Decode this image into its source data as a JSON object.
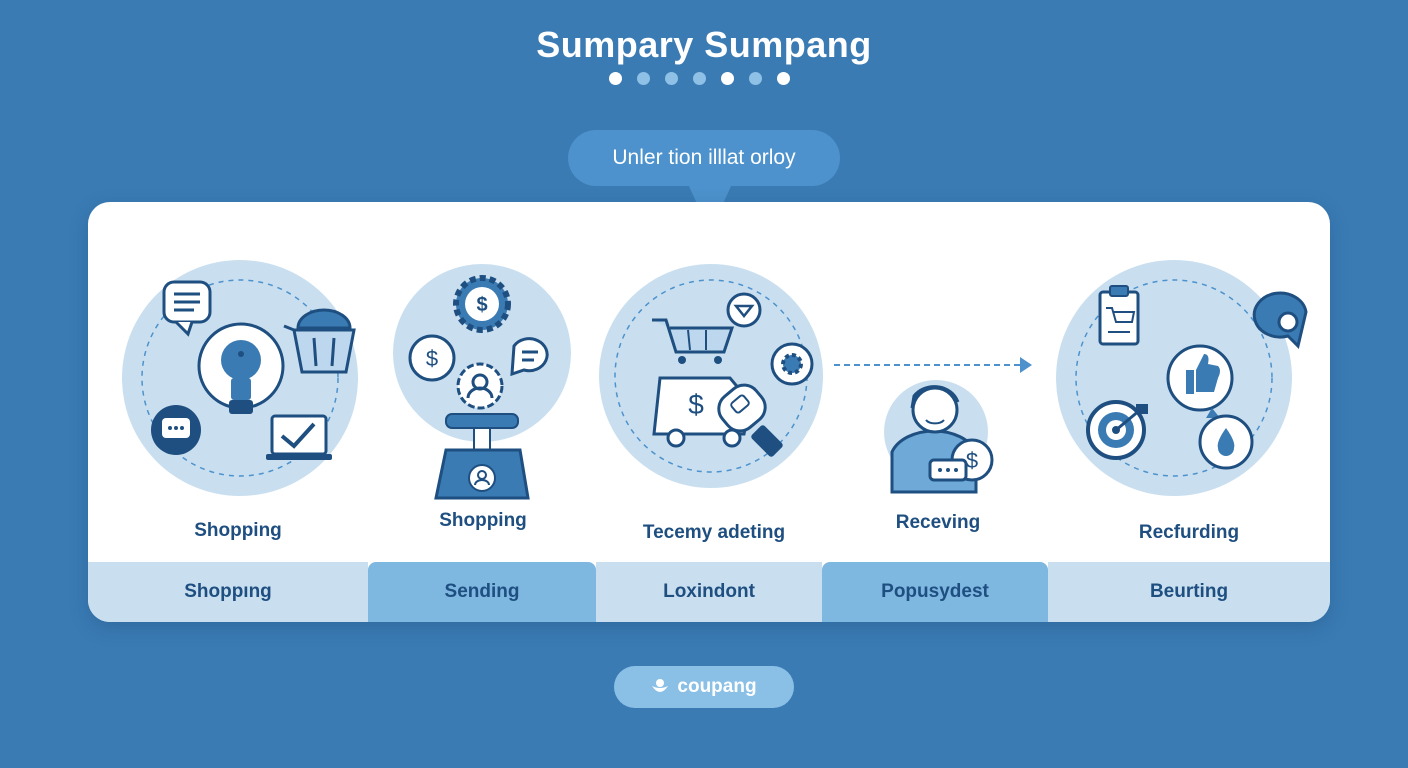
{
  "header": {
    "title": "Sumpary Sumpang",
    "dots": [
      true,
      false,
      false,
      false,
      true,
      false,
      true
    ]
  },
  "callout": {
    "text": "Unler tion illlat orloy"
  },
  "stages": [
    {
      "label": "Shopping",
      "icons": [
        "chat-lines-icon",
        "lightbulb-icon",
        "basket-icon",
        "chat-dots-icon",
        "laptop-check-icon"
      ]
    },
    {
      "label": "Shopping",
      "icons": [
        "dollar-gear-icon",
        "dollar-coin-icon",
        "chat-lines-icon",
        "user-gear-icon",
        "scale-user-icon"
      ]
    },
    {
      "label": "Tecemy adeting",
      "icons": [
        "cart-icon",
        "chevron-down-icon",
        "gear-icon",
        "dollar-truck-icon",
        "scanner-icon"
      ]
    },
    {
      "label": "Receving",
      "icons": [
        "person-icon",
        "dollar-coin-icon",
        "chat-dots-icon"
      ]
    },
    {
      "label": "Recfurding",
      "icons": [
        "clipboard-cart-icon",
        "location-chat-icon",
        "thumbs-up-icon",
        "target-icon",
        "drop-icon"
      ]
    }
  ],
  "tabs": [
    {
      "label": "Shoppıng"
    },
    {
      "label": "Sending"
    },
    {
      "label": "Loxindont"
    },
    {
      "label": "Popusydest"
    },
    {
      "label": "Beurting"
    }
  ],
  "brand": {
    "label": "coupang",
    "icon": "brand-heart-icon"
  },
  "colors": {
    "background": "#3a7bb4",
    "accent": "#4d92cc",
    "light": "#c9dff0",
    "dark": "#1e4f80"
  }
}
